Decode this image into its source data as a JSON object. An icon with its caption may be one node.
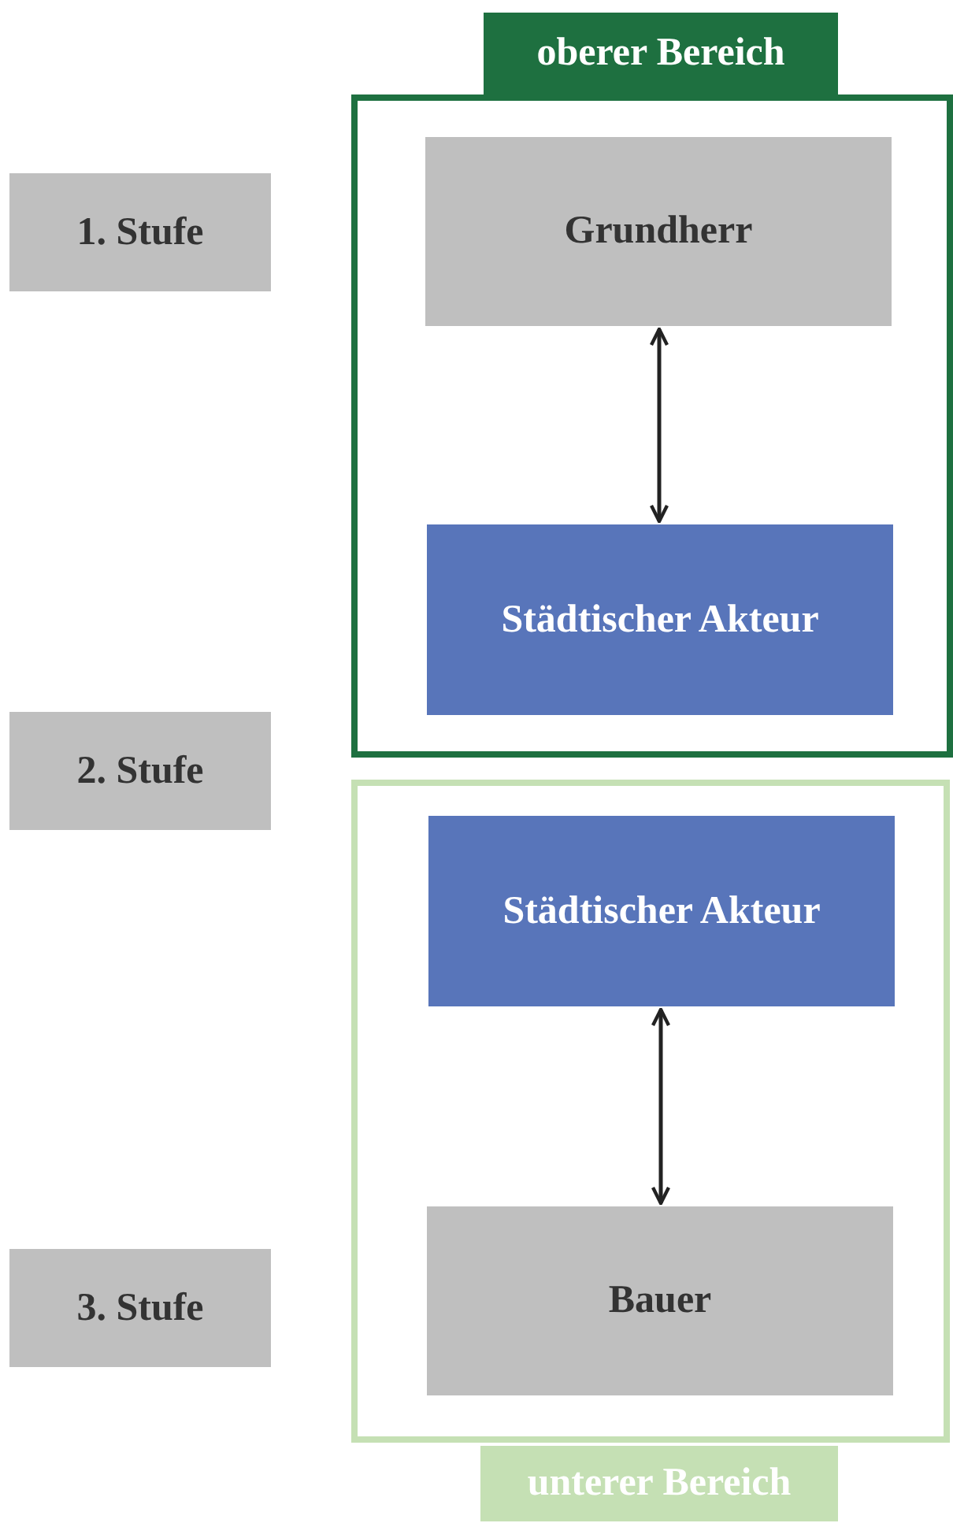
{
  "diagram": {
    "nodes": [
      {
        "text": [
          "1. Stufe"
        ]
      },
      {
        "text": [
          "oberer Bereich"
        ]
      },
      {
        "text": [
          "Grundherr"
        ],
        "in": 1
      },
      {
        "text": [
          "Städtischer Akteur"
        ],
        "in": 1
      },
      {
        "text": [
          "2. Stufe"
        ]
      },
      {
        "text": [
          "unterer Bereich"
        ]
      },
      {
        "text": [
          "Städtischer Akteur"
        ],
        "in": 5
      },
      {
        "text": [
          "Bauer"
        ],
        "in": 5
      },
      {
        "text": [
          "3. Stufe"
        ]
      }
    ],
    "edges": [
      {
        "from": 2,
        "to": 3,
        "arrow": "both"
      },
      {
        "from": 6,
        "to": 7,
        "arrow": "both"
      }
    ]
  }
}
